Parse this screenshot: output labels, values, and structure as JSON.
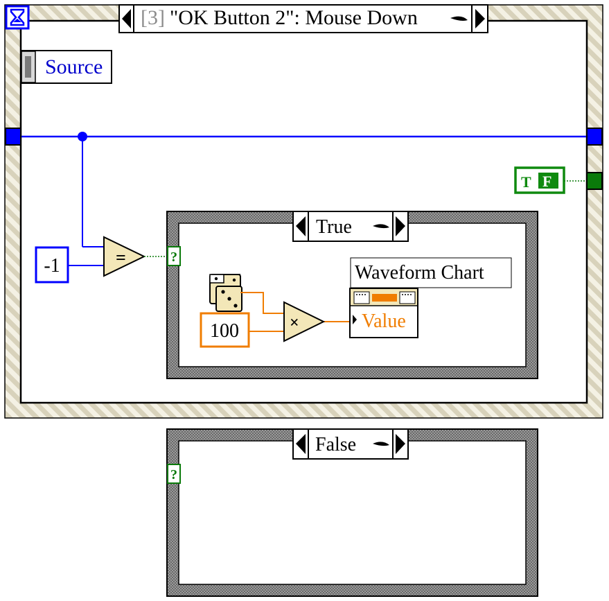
{
  "event_structure": {
    "selector_index": "[3]",
    "selector_label": "\"OK Button 2\": Mouse Down",
    "source_label": "Source",
    "timeout_icon": "hourglass-icon"
  },
  "constants": {
    "minus_one": "-1",
    "hundred": "100",
    "stop_boolean": "F",
    "stop_boolean_icon": "tf-boolean-icon"
  },
  "functions": {
    "equal": "=",
    "multiply": "×",
    "random_icon": "dice-icon"
  },
  "case_true": {
    "selector_label": "True",
    "terminal": "?",
    "chart_label": "Waveform Chart",
    "chart_value_label": "Value"
  },
  "case_false": {
    "selector_label": "False",
    "terminal": "?"
  },
  "colors": {
    "frame_border": "#000000",
    "hatch_light": "#f1eddc",
    "hatch_dark": "#d9d3bc",
    "case_border": "#7d7d7d",
    "wire_blue": "#0000ff",
    "wire_orange": "#f07d00",
    "wire_green": "#008000",
    "node_fill": "#f3e7b8"
  }
}
